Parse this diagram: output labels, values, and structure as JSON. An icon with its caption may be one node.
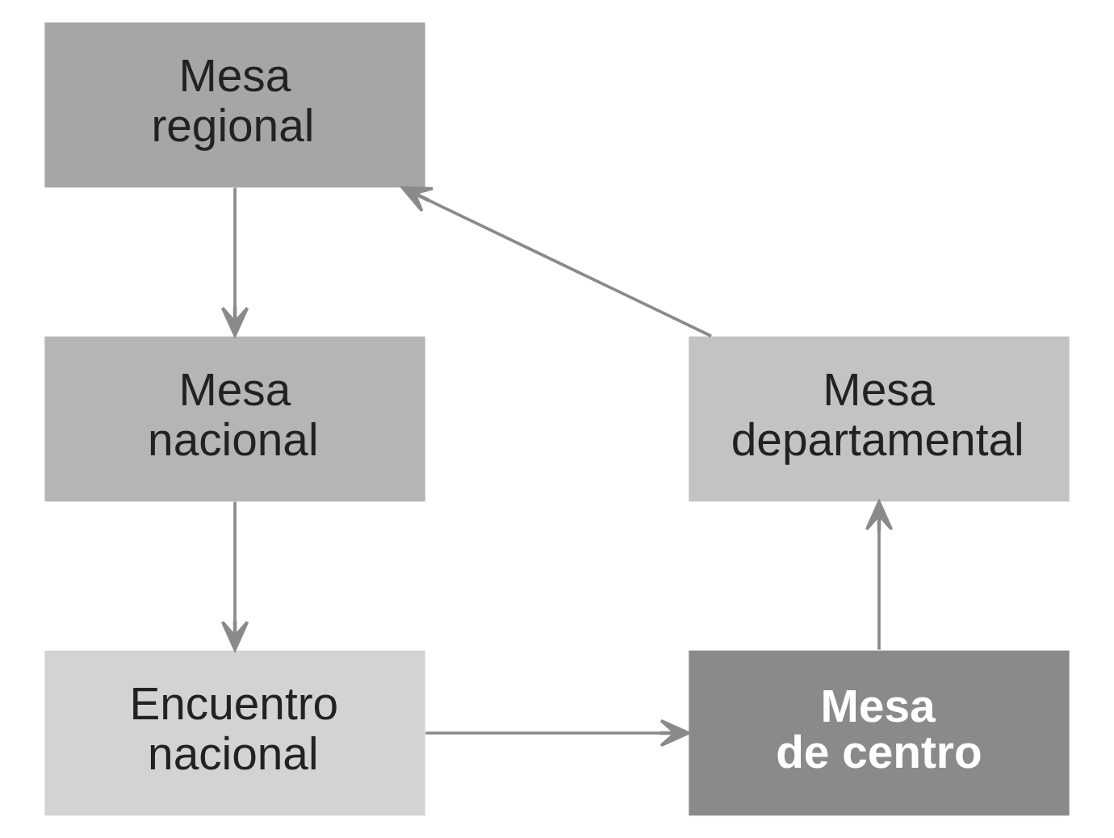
{
  "diagram": {
    "nodes": [
      {
        "text": [
          "Mesa regional"
        ]
      },
      {
        "text": [
          "Mesa nacional"
        ]
      },
      {
        "text": [
          "Encuentro nacional"
        ]
      },
      {
        "text": [
          "Mesa de centro"
        ]
      },
      {
        "text": [
          "Mesa departamental"
        ]
      }
    ],
    "edges": [
      {
        "from": 0,
        "to": 1,
        "arrow": "to"
      },
      {
        "from": 1,
        "to": 2,
        "arrow": "to"
      },
      {
        "from": 2,
        "to": 3,
        "arrow": "to"
      },
      {
        "from": 3,
        "to": 4,
        "arrow": "to"
      },
      {
        "from": 4,
        "to": 0,
        "arrow": "to"
      }
    ]
  }
}
